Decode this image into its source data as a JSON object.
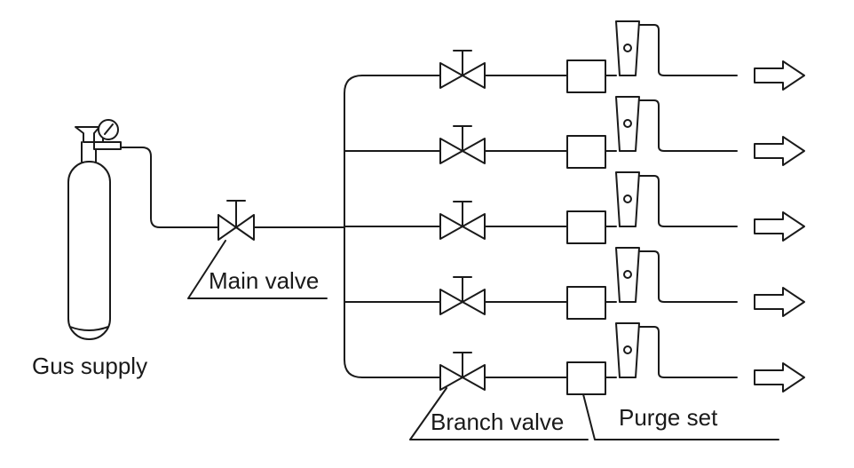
{
  "labels": {
    "gas_supply": "Gus supply",
    "main_valve": "Main valve",
    "branch_valve": "Branch valve",
    "purge_set": "Purge set"
  },
  "branch_count": 5
}
